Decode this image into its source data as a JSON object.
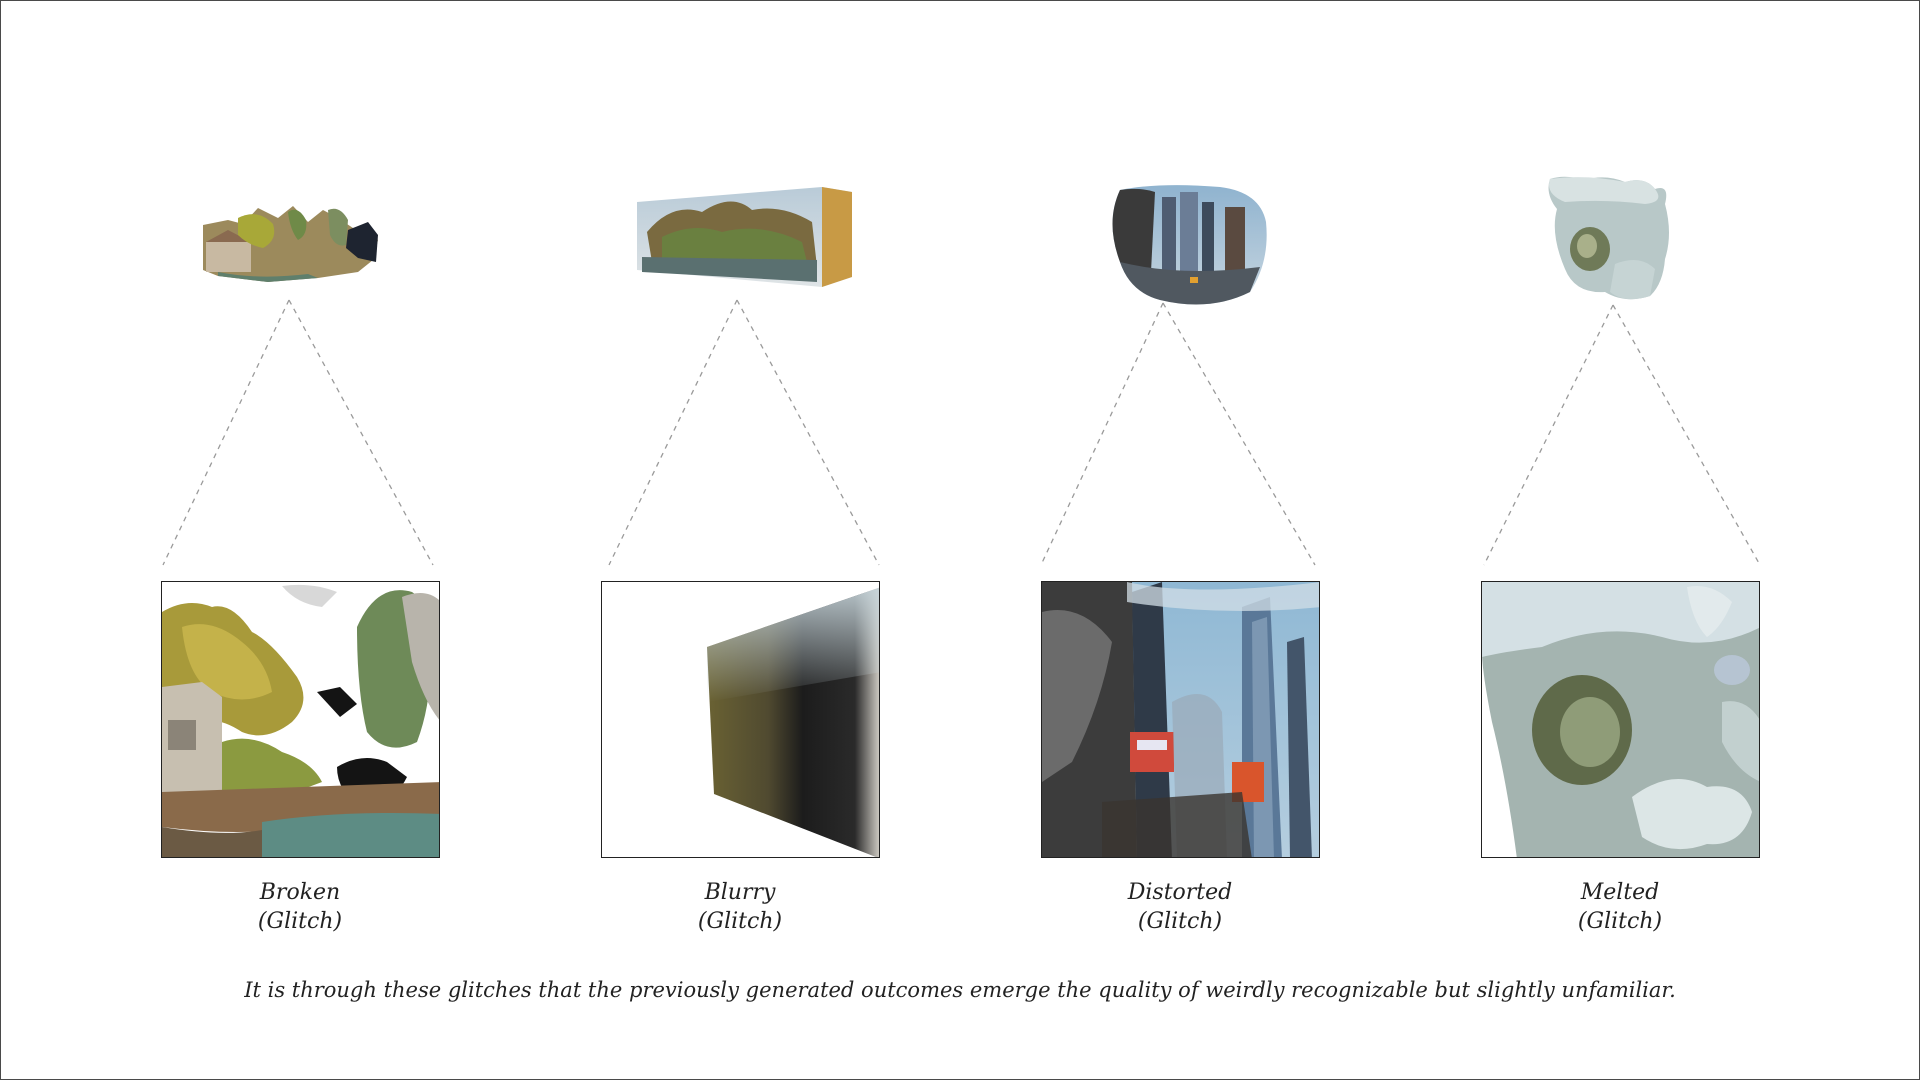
{
  "glitches": [
    {
      "id": "broken",
      "name": "Broken",
      "kind": "(Glitch)"
    },
    {
      "id": "blurry",
      "name": "Blurry",
      "kind": "(Glitch)"
    },
    {
      "id": "distorted",
      "name": "Distorted",
      "kind": "(Glitch)"
    },
    {
      "id": "melted",
      "name": "Melted",
      "kind": "(Glitch)"
    }
  ],
  "caption": "It is through these glitches that the previously generated outcomes emerge the quality of weirdly recognizable but slightly unfamiliar.",
  "colors": {
    "frame": "#4a4a4a",
    "text": "#222222",
    "dashed_line": "#9a9a9a"
  }
}
